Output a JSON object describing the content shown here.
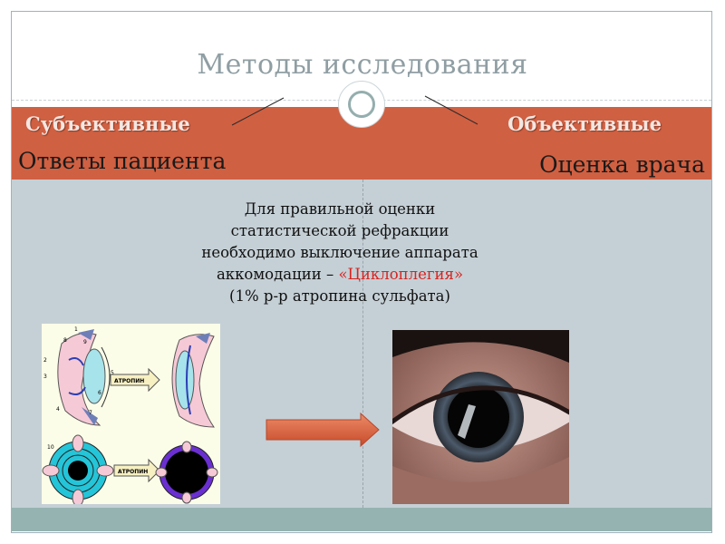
{
  "slide": {
    "title": "Методы исследования",
    "left_heading": "Субъективные",
    "right_heading": "Объективные",
    "left_subtitle": "Ответы пациента",
    "right_subtitle": "Оценка врача",
    "description": {
      "line1": "Для правильной оценки",
      "line2": "статистической рефракции",
      "line3": "необходимо выключение аппарата",
      "line4_prefix": "аккомодации – ",
      "line4_highlight": "«Циклоплегия»",
      "line5": "(1% р-р атропина сульфата)"
    },
    "diagram": {
      "label_top": "АТРОПИН",
      "label_bottom": "АТРОПИН",
      "number_labels": [
        "1",
        "2",
        "3",
        "4",
        "5",
        "6",
        "7",
        "8",
        "9",
        "10"
      ]
    },
    "colors": {
      "band": "#d06042",
      "gray_area": "#c5d0d6",
      "bottom_band": "#95b3b1",
      "title": "#8f9ea3",
      "highlight": "#d9231f"
    },
    "icons": [
      "two-circle-ornament-icon",
      "arrow-right-icon"
    ]
  }
}
